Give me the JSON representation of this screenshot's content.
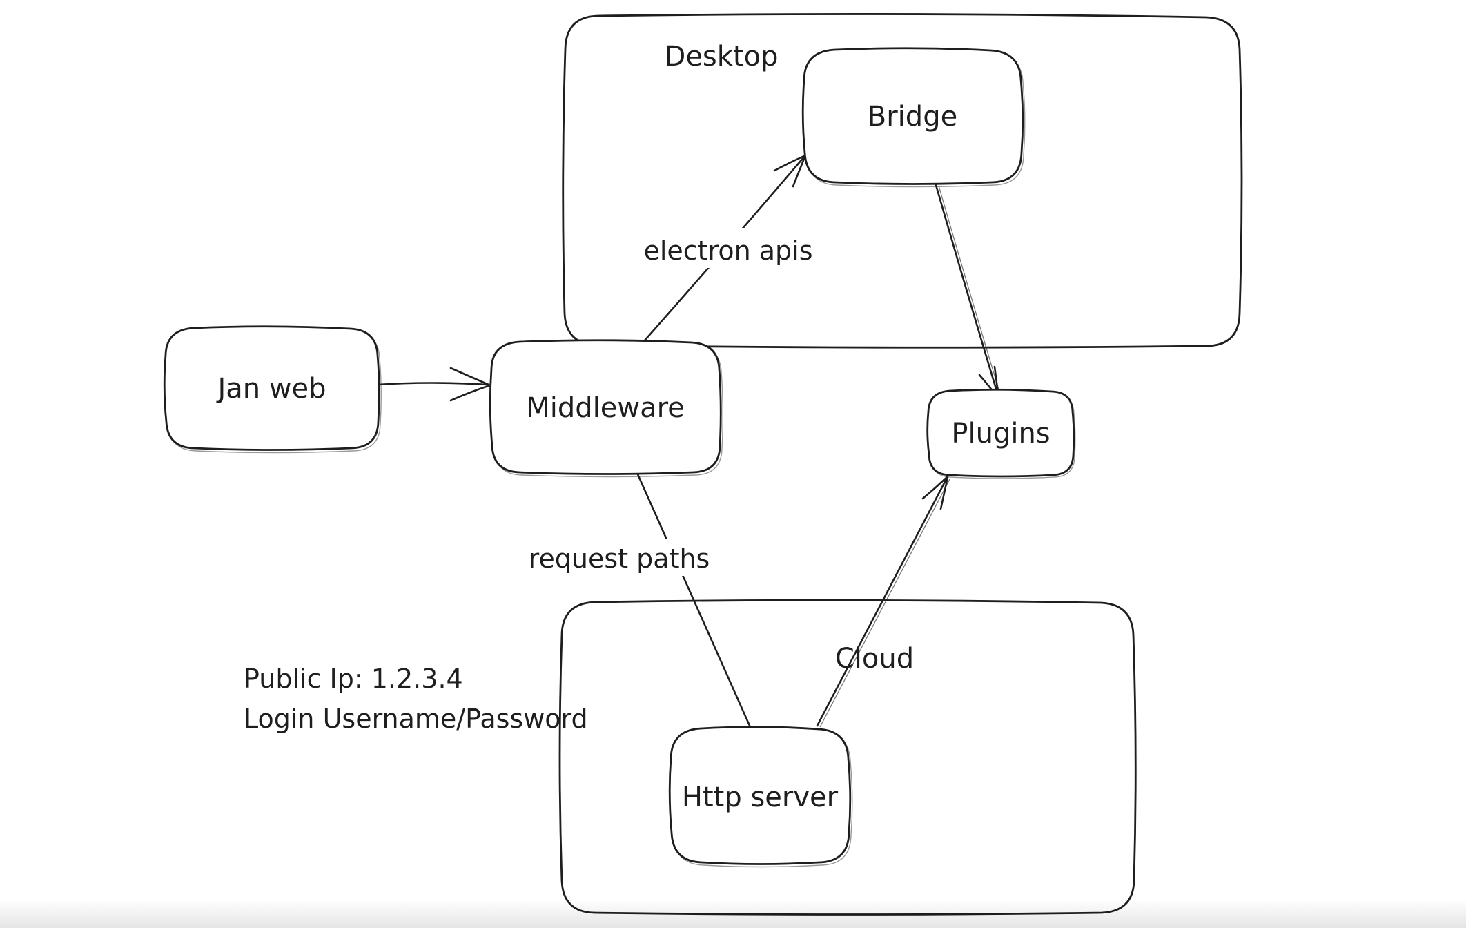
{
  "canvas": {
    "background": "#ffffff",
    "stroke": "#1e1e1e"
  },
  "containers": [
    {
      "id": "desktop",
      "label": "Desktop"
    },
    {
      "id": "cloud",
      "label": "Cloud"
    }
  ],
  "nodes": [
    {
      "id": "jan-web",
      "label": "Jan web"
    },
    {
      "id": "middleware",
      "label": "Middleware"
    },
    {
      "id": "bridge",
      "label": "Bridge"
    },
    {
      "id": "plugins",
      "label": "Plugins"
    },
    {
      "id": "http-server",
      "label": "Http server"
    }
  ],
  "edges": [
    {
      "id": "jan-web-to-middleware",
      "from": "jan-web",
      "to": "middleware",
      "label": ""
    },
    {
      "id": "middleware-to-bridge",
      "from": "middleware",
      "to": "bridge",
      "label": "electron apis"
    },
    {
      "id": "bridge-to-plugins",
      "from": "bridge",
      "to": "plugins",
      "label": ""
    },
    {
      "id": "middleware-to-http-server",
      "from": "middleware",
      "to": "http-server",
      "label": "request paths"
    },
    {
      "id": "http-server-to-plugins",
      "from": "http-server",
      "to": "plugins",
      "label": ""
    }
  ],
  "annotations": [
    {
      "id": "public-ip",
      "text": "Public Ip: 1.2.3.4"
    },
    {
      "id": "login-credentials",
      "text": "Login Username/Password"
    }
  ]
}
